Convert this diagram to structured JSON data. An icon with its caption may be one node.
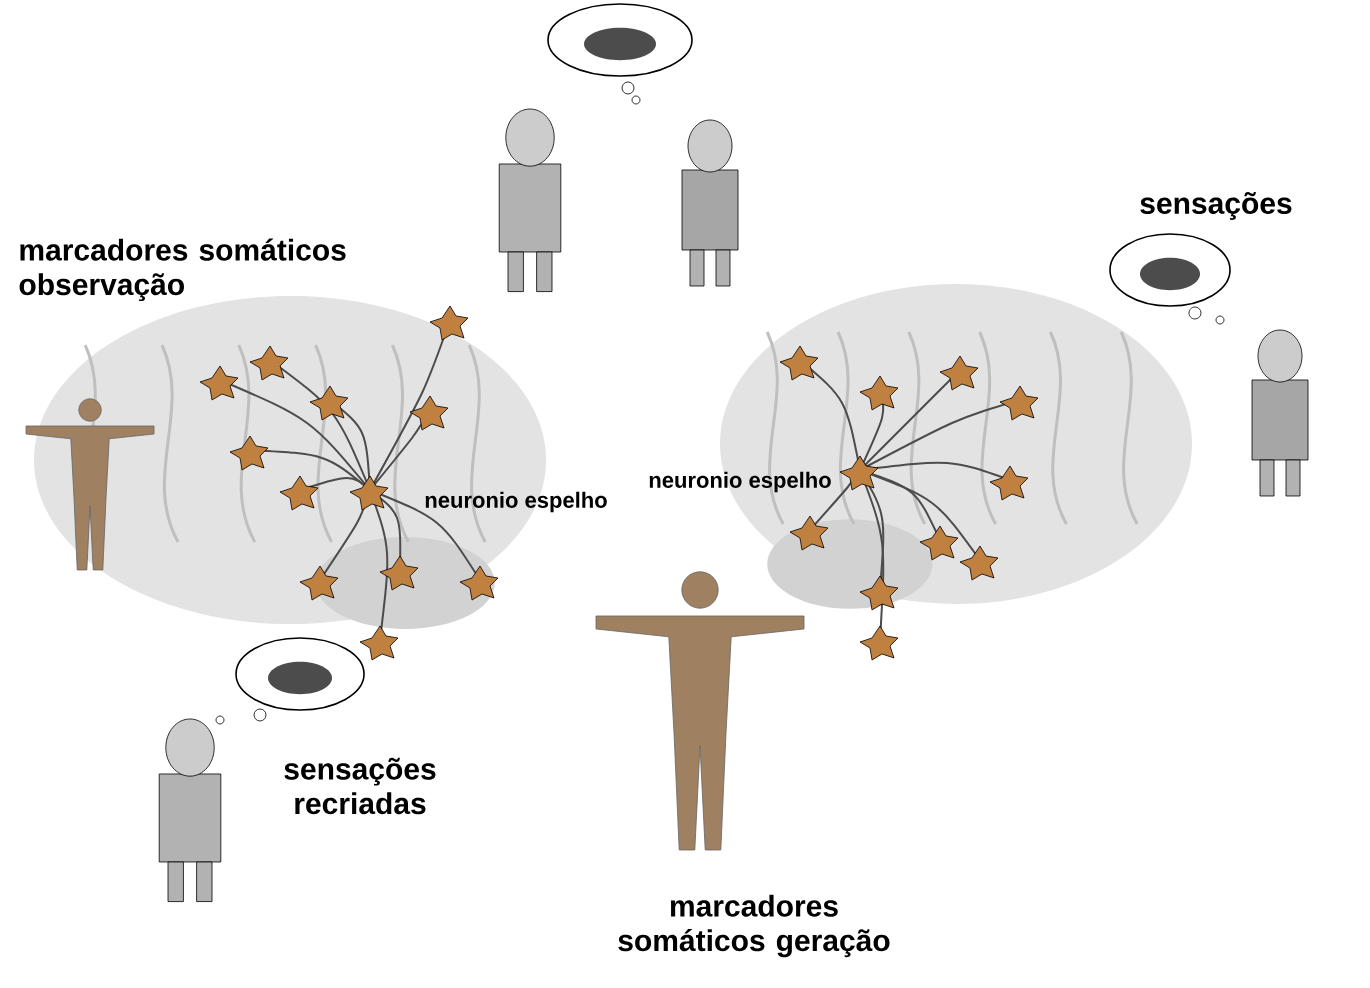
{
  "diagram": {
    "labels": [
      "marcadores somáticos observação",
      "sensações",
      "neuronio espelho",
      "neuronio espelho",
      "sensações recriadas",
      "marcadores somáticos geração"
    ]
  }
}
